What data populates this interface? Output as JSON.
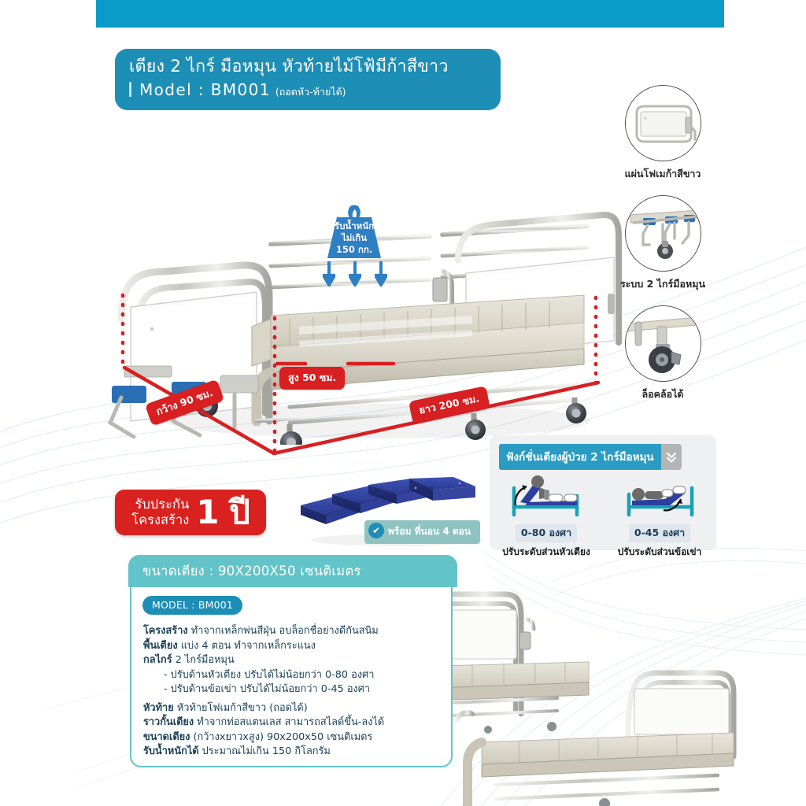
{
  "colors": {
    "banner": "#0b9bc9",
    "title_box": "#1d8eb5",
    "accent_teal": "#62c4c9",
    "red": "#d81f22",
    "mattress_blue": "#2f3f9e",
    "panel_grey": "#eef0f2"
  },
  "title": {
    "line1": "เตียง 2 ไกร์ มือหมุน หัวท้ายไม้โฟ้มีก้าสีขาว",
    "model": "Model : BM001",
    "sub": "(ถอดหัว-ท้ายได้)"
  },
  "features": [
    {
      "id": "foam-panel",
      "caption": "แผ่นโฟเมก้าสีขาว",
      "icon": "headboard-panel-icon"
    },
    {
      "id": "crank-system",
      "caption": "ระบบ 2 ไกร์มือหมุน",
      "icon": "crank-mechanism-icon"
    },
    {
      "id": "caster-lock",
      "caption": "ล็อคล้อได้",
      "icon": "caster-wheel-icon"
    }
  ],
  "weight_badge": {
    "line1": "รับน้ำหนัก",
    "line2": "ไม่เกิน",
    "line3": "150 กก."
  },
  "dimensions": {
    "height": "สูง  50 ซม.",
    "width": "กว้าง 90 ซม.",
    "length": "ยาว 200 ซม."
  },
  "warranty": {
    "small_line1": "รับประกัน",
    "small_line2": "โครงสร้าง",
    "big": "1 ปี"
  },
  "mattress_tag": {
    "check": "✔",
    "label": "พร้อม ที่นอน 4 ตอน"
  },
  "function_panel": {
    "title": "ฟังก์ชั่นเตียงผู้ป่วย 2 ไกร์มือหมุน",
    "chevron": "chevron-double-down-icon",
    "items": [
      {
        "degrees": "0-80 องศา",
        "desc": "ปรับระดับส่วนหัวเตียง",
        "icon": "bed-head-raise-icon"
      },
      {
        "degrees": "0-45 องศา",
        "desc": "ปรับระดับส่วนข้อเข่า",
        "icon": "bed-knee-raise-icon"
      }
    ]
  },
  "spec_panel": {
    "header": "ขนาดเตียง :  90X200X50  เซนติเมตร",
    "model_badge": "MODEL : BM001",
    "rows": [
      {
        "label": "โครงสร้าง",
        "text": " ทำจากเหล็กพ่นสีฝุ่น อบล็อกชื่อย่างดีกันสนิม",
        "indent": false
      },
      {
        "label": "พื้นเตียง",
        "text": " แบ่ง 4 ตอน ทำจากเหล็กระแนง",
        "indent": false
      },
      {
        "label": "กลไกร์",
        "text": " 2 ไกร์มือหมุน",
        "indent": false
      },
      {
        "label": "",
        "text": "- ปรับด้านหัวเตียง ปรับได้ไม่น้อยกว่า 0-80 องศา",
        "indent": true
      },
      {
        "label": "",
        "text": "- ปรับด้านข้อเข่า   ปรับได้ไม่น้อยกว่า  0-45 องศา",
        "indent": true
      },
      {
        "label": "หัวท้าย",
        "text": " หัวท้ายโฟเมก้าสีขาว (ถอดได้)",
        "indent": false
      },
      {
        "label": "ราวกั้นเตียง",
        "text": " ทำจากท่อสแตนเลส สามารถสไลด์ขึ้น-ลงได้",
        "indent": false
      },
      {
        "label": "ขนาดเตียง",
        "text": " (กว้างxยาวxสูง)  90x200x50 เซนติเมตร",
        "indent": false
      },
      {
        "label": "รับน้ำหนักได้",
        "text": " ประมาณไม่เกิน 150 กิโลกรัม",
        "indent": false
      }
    ]
  }
}
